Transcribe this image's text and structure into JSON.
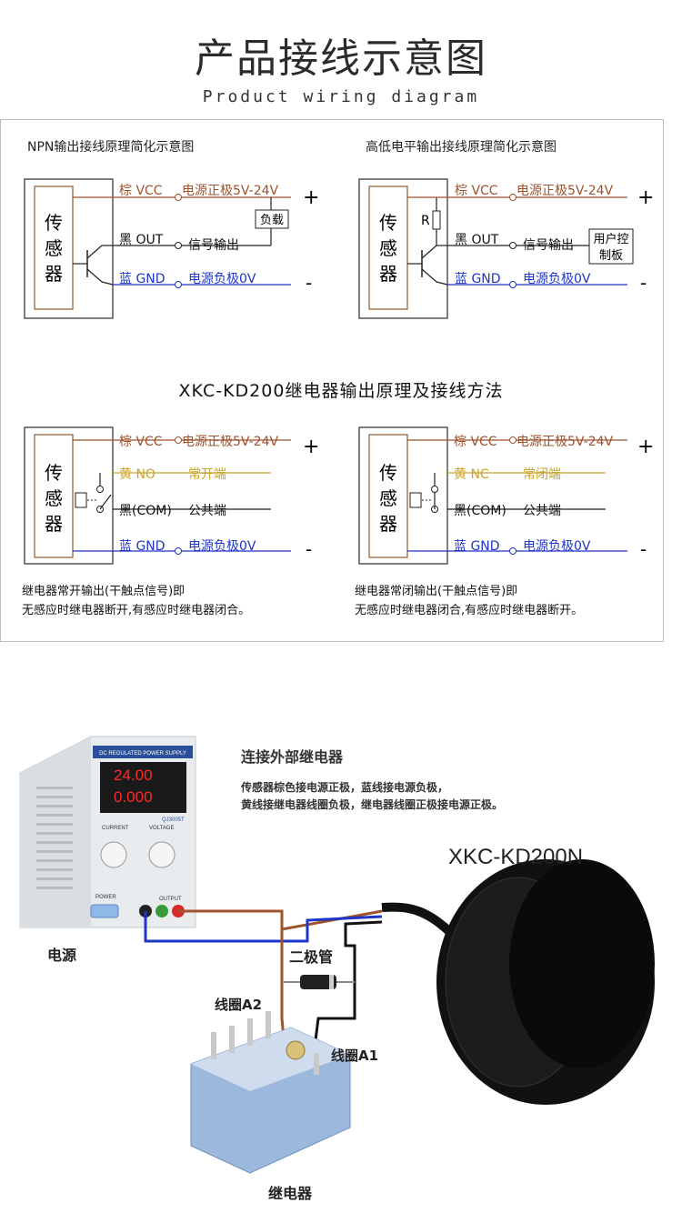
{
  "header": {
    "title": "产品接线示意图",
    "subtitle": "Product wiring diagram"
  },
  "npn": {
    "title": "NPN输出接线原理简化示意图",
    "sensor": [
      "传",
      "感",
      "器"
    ],
    "brown": "棕 VCC",
    "black": "黑 OUT",
    "blue": "蓝 GND",
    "pos_label": "电源正极5V-24V",
    "sig_label": "信号输出",
    "neg_label": "电源负极0V",
    "load": "负载",
    "plus": "+",
    "minus": "-"
  },
  "hilo": {
    "title": "高低电平输出接线原理简化示意图",
    "sensor": [
      "传",
      "感",
      "器"
    ],
    "brown": "棕 VCC",
    "black": "黑 OUT",
    "blue": "蓝 GND",
    "pos_label": "电源正极5V-24V",
    "sig_label": "信号输出",
    "neg_label": "电源负极0V",
    "resistor": "R",
    "ctrl": [
      "用户控",
      "制板"
    ],
    "plus": "+",
    "minus": "-"
  },
  "relay_section_title": "XKC-KD200继电器输出原理及接线方法",
  "relay_no": {
    "sensor": [
      "传",
      "感",
      "器"
    ],
    "brown": "棕 VCC",
    "yellow": "黄 NO",
    "black": "黑(COM)",
    "blue": "蓝 GND",
    "pos_label": "电源正极5V-24V",
    "yellow_label": "常开端",
    "black_label": "公共端",
    "neg_label": "电源负极0V",
    "plus": "+",
    "minus": "-",
    "note": [
      "继电器常开输出(干触点信号)即",
      "无感应时继电器断开,有感应时继电器闭合。"
    ]
  },
  "relay_nc": {
    "sensor": [
      "传",
      "感",
      "器"
    ],
    "brown": "棕 VCC",
    "yellow": "黄 NC",
    "black": "黑(COM)",
    "blue": "蓝 GND",
    "pos_label": "电源正极5V-24V",
    "yellow_label": "常闭端",
    "black_label": "公共端",
    "neg_label": "电源负极0V",
    "plus": "+",
    "minus": "-",
    "note": [
      "继电器常闭输出(干触点信号)即",
      "无感应时继电器闭合,有感应时继电器断开。"
    ]
  },
  "photo": {
    "heading": "连接外部继电器",
    "desc": [
      "传感器棕色接电源正极，蓝线接电源负极，",
      "黄线接继电器线圈负极，继电器线圈正极接电源正极。"
    ],
    "product": "XKC-KD200N",
    "psu_label": "电源",
    "diode_label": "二极管",
    "coil_a2": "线圈A2",
    "coil_a1": "线圈A1",
    "relay_label": "继电器",
    "psu_brand": "DC REGULATED POWER SUPPLY",
    "psu_voltage": "24.00",
    "psu_current": "0.000",
    "psu_model": "QJ3005T",
    "psu_current_knob": "CURRENT",
    "psu_voltage_knob": "VOLTAGE",
    "psu_power": "POWER",
    "psu_output": "OUTPUT"
  },
  "colors": {
    "brown": "#a0522d",
    "blue": "#1f35c8",
    "yellow": "#c9a227",
    "black": "#111111"
  }
}
